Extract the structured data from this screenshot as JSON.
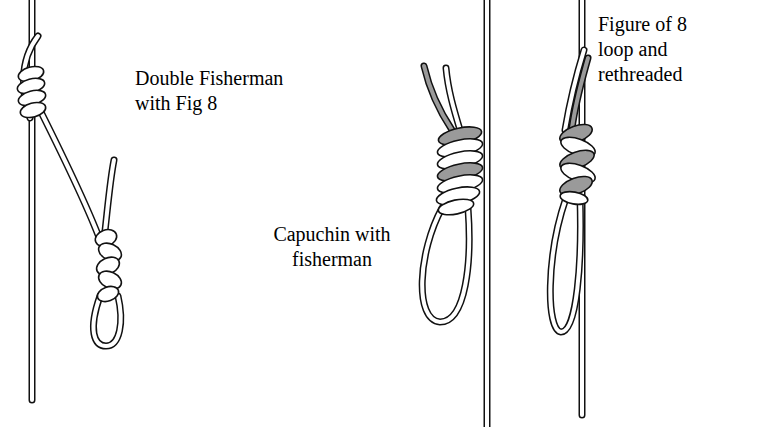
{
  "diagram": {
    "labels": [
      "Double Fisherman with Fig 8",
      "Capuchin with fisherman",
      "Figure of 8 loop and rethreaded"
    ]
  }
}
